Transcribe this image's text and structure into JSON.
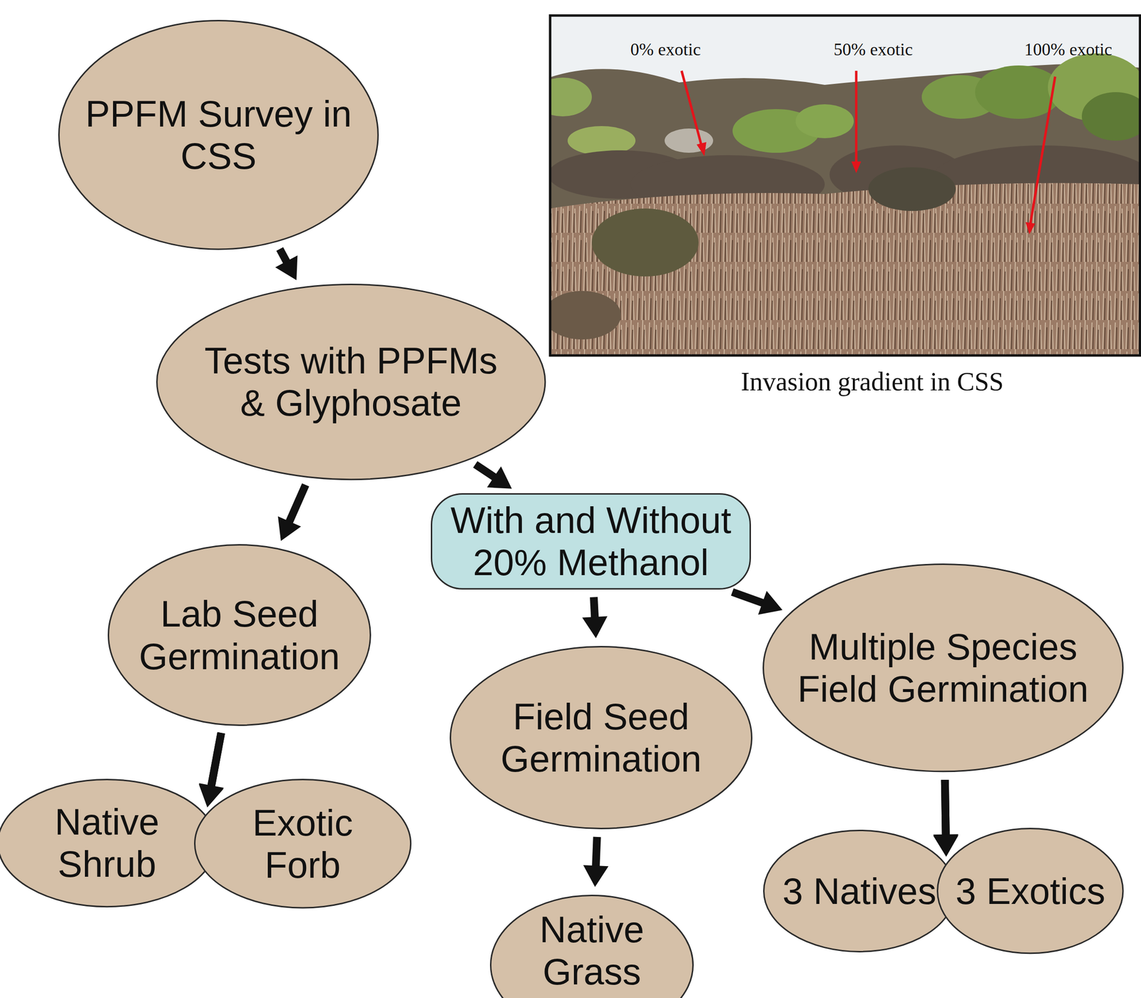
{
  "diagram": {
    "nodes": [
      {
        "text": [
          "PPFM Survey in CSS"
        ]
      },
      {
        "text": [
          "Tests with PPFMs & Glyphosate"
        ]
      },
      {
        "text": [
          "With and Without 20% Methanol"
        ]
      },
      {
        "text": [
          "Lab Seed Germination"
        ]
      },
      {
        "text": [
          "Native Shrub"
        ]
      },
      {
        "text": [
          "Exotic Forb"
        ]
      },
      {
        "text": [
          "Field Seed Germination"
        ]
      },
      {
        "text": [
          "Native Grass"
        ]
      },
      {
        "text": [
          "Multiple Species Field Germination"
        ]
      },
      {
        "text": [
          "3 Natives"
        ]
      },
      {
        "text": [
          "3 Exotics"
        ]
      }
    ],
    "edges": [
      {
        "from": 0,
        "to": 1,
        "arrow": "to"
      },
      {
        "from": 1,
        "to": 3,
        "arrow": "to"
      },
      {
        "from": 1,
        "to": 2,
        "arrow": "to"
      },
      {
        "from": 3,
        "to": 4,
        "arrow": "to"
      },
      {
        "from": 3,
        "to": 5,
        "arrow": "to"
      },
      {
        "from": 2,
        "to": 6,
        "arrow": "to"
      },
      {
        "from": 2,
        "to": 8,
        "arrow": "to"
      },
      {
        "from": 6,
        "to": 7,
        "arrow": "to"
      },
      {
        "from": 8,
        "to": 9,
        "arrow": "to"
      },
      {
        "from": 8,
        "to": 10,
        "arrow": "to"
      }
    ],
    "labels": [
      "0% exotic",
      "50% exotic",
      "100% exotic",
      "Invasion gradient in CSS"
    ]
  }
}
